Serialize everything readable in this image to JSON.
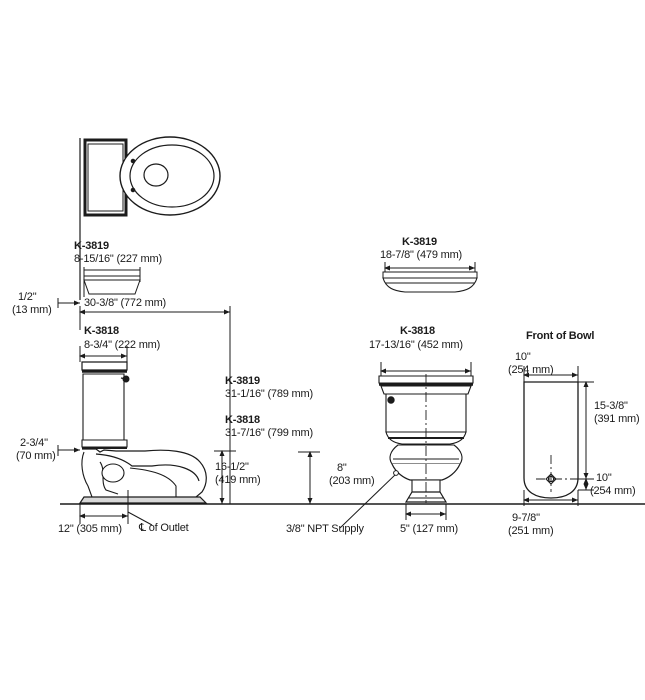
{
  "document": {
    "type": "technical-dimension-drawing",
    "subject": "Two-piece toilet with tank and seat",
    "models": [
      "K-3819",
      "K-3818"
    ],
    "background_color": "#ffffff",
    "line_color": "#1b1b1b",
    "text_color": "#1b1b1b"
  },
  "views": {
    "plan": {
      "name": "top-plan-view"
    },
    "side": {
      "name": "side-elevation-view"
    },
    "front": {
      "name": "front-elevation-view"
    },
    "bowl": {
      "name": "front-of-bowl-plan-view",
      "title": "Front of Bowl"
    }
  },
  "labels": {
    "seat_side_model": "K-3819",
    "seat_side_dim": "8-15/16\" (227 mm)",
    "seat_front_model": "K-3819",
    "seat_front_dim": "18-7/8\" (479 mm)",
    "tank_lid_model": "K-3818",
    "tank_lid_dim": "8-3/4\" (222 mm)",
    "tank_front_model": "K-3818",
    "tank_front_dim": "17-13/16\" (452 mm)",
    "overall_depth_dim": "30-3/8\" (772 mm)",
    "clearance_half_in": "1/2\"",
    "clearance_half_mm": "(13 mm)",
    "rough_in_offset": "2-3/4\"",
    "rough_in_offset_mm": "(70 mm)",
    "height_3819_model": "K-3819",
    "height_3819_dim": "31-1/16\" (789 mm)",
    "height_3818_model": "K-3818",
    "height_3818_dim": "31-7/16\" (799 mm)",
    "bowl_height_in": "16-1/2\"",
    "bowl_height_mm": "(419 mm)",
    "rough_in_dim": "12\" (305 mm)",
    "outlet_center": "℄ of Outlet",
    "supply_height_in": "8\"",
    "supply_height_mm": "(203 mm)",
    "supply_note": "3/8\" NPT Supply",
    "base_width_dim": "5\" (127 mm)",
    "bowl_title": "Front of Bowl",
    "bowl_width_in": "10\"",
    "bowl_width_mm": "(254 mm)",
    "bowl_length_in": "15-3/8\"",
    "bowl_length_mm": "(391 mm)",
    "bowl_outlet_in": "10\"",
    "bowl_outlet_mm": "(254 mm)",
    "bowl_base_in": "9-7/8\"",
    "bowl_base_mm": "(251 mm)"
  }
}
